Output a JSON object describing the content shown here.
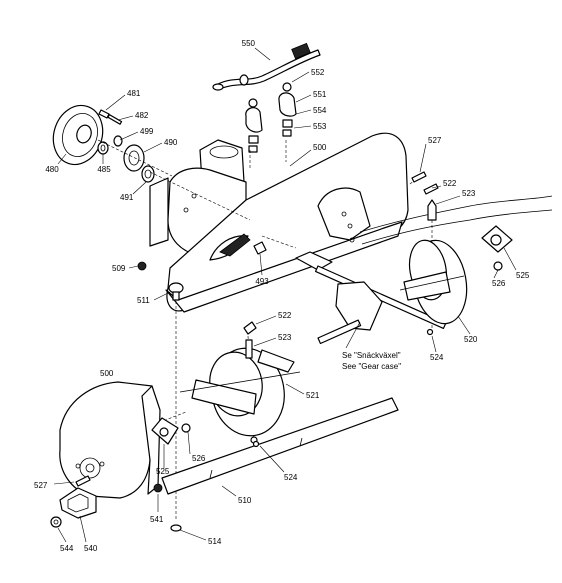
{
  "callouts": {
    "p550": "550",
    "p552": "552",
    "p551": "551",
    "p554": "554",
    "p553": "553",
    "p481": "481",
    "p482": "482",
    "p499": "499",
    "p490": "490",
    "p480": "480",
    "p485": "485",
    "p491": "491",
    "p500_top": "500",
    "p527_top": "527",
    "p522_top": "522",
    "p523_top": "523",
    "p509": "509",
    "p493": "493",
    "p511": "511",
    "p525_right": "525",
    "p526_right": "526",
    "p520": "520",
    "p524_right": "524",
    "p522_mid": "522",
    "p523_mid": "523",
    "p521": "521",
    "p500_bottom": "500",
    "p526_bottom": "526",
    "p525_bottom": "525",
    "p524_bottom": "524",
    "p527_bottom": "527",
    "p510": "510",
    "p541": "541",
    "p514": "514",
    "p544": "544",
    "p540": "540"
  },
  "notes": {
    "gear_case_sv": "Se \"Snäckväxel\"",
    "gear_case_en": "See \"Gear case\""
  }
}
